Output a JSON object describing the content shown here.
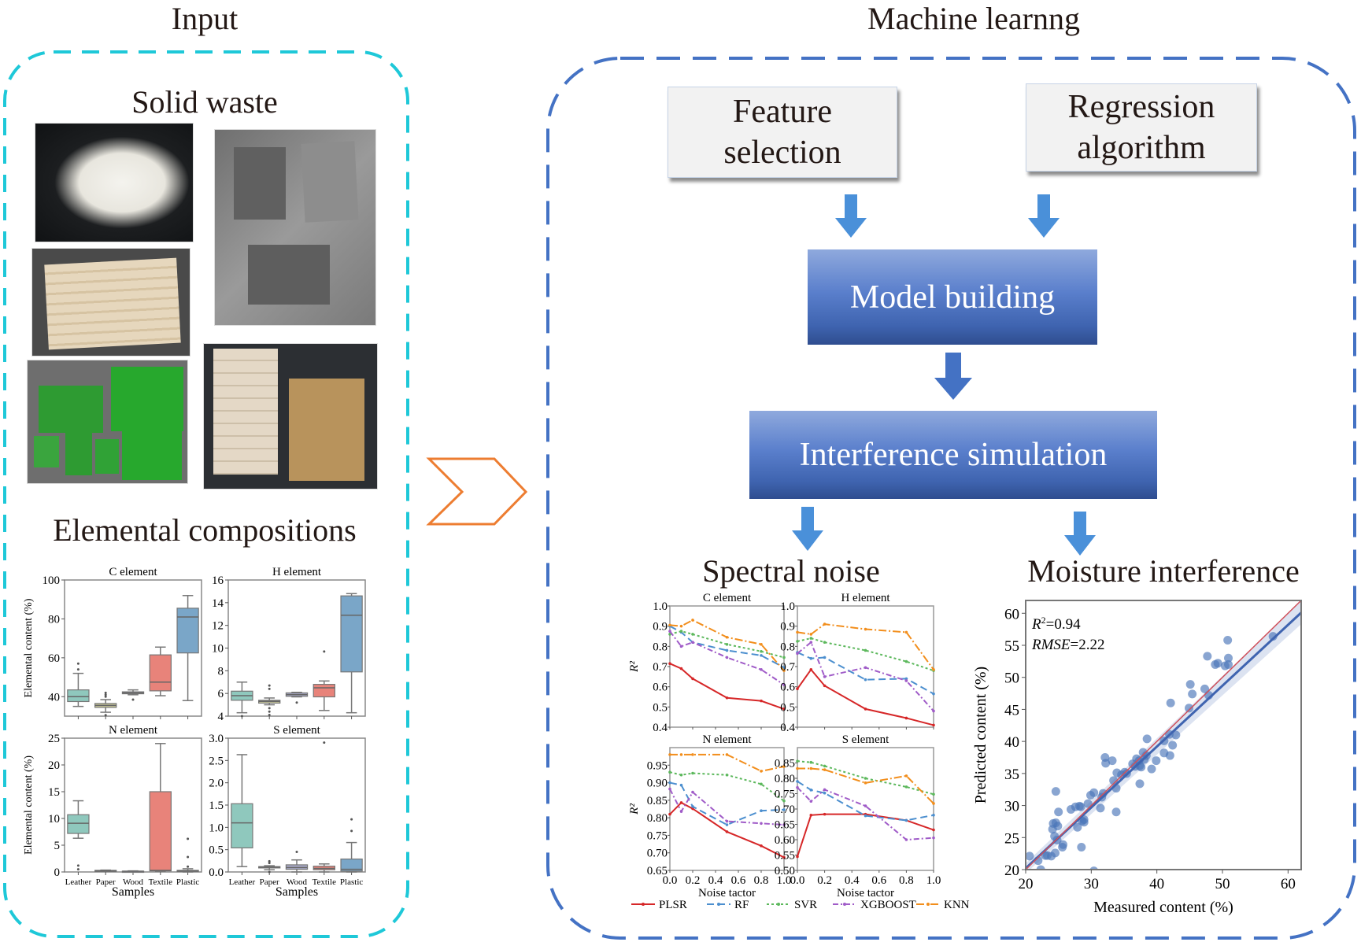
{
  "left_panel": {
    "title": "Input",
    "solid_waste_label": "Solid waste",
    "photos": [
      {
        "name": "textile",
        "description": "white folded cloth on black background"
      },
      {
        "name": "leather",
        "description": "gray textured leather pieces"
      },
      {
        "name": "wood",
        "description": "light wooden block"
      },
      {
        "name": "plastic",
        "description": "green plastic bottle pieces"
      },
      {
        "name": "paper",
        "description": "corrugated cardboard and brown paper"
      }
    ],
    "elemental_label": "Elemental compositions",
    "accent_color": "#1ec8d8"
  },
  "arrow": {
    "color": "#ed7d31"
  },
  "right_panel": {
    "title": "Machine learnng",
    "accent_color": "#4472c4",
    "feature_selection": "Feature selection",
    "feature_selection_lines": [
      "Feature",
      "selection"
    ],
    "regression_lines": [
      "Regression",
      "algorithm"
    ],
    "model_building": "Model building",
    "interference_simulation": "Interference simulation",
    "spectral_noise": "Spectral noise",
    "moisture_interference": "Moisture interference"
  },
  "chart_data": [
    {
      "id": "boxplots",
      "type": "box",
      "categories": [
        "Leather",
        "Paper",
        "Wood",
        "Textile",
        "Plastic"
      ],
      "colors": [
        "#8fc8bd",
        "#c9c99a",
        "#a8aac8",
        "#e8837a",
        "#7aa6c8"
      ],
      "xlabel": "Samples",
      "ylabel": "Elemental content (%)",
      "panels": [
        {
          "title": "C element",
          "ylim": [
            30,
            100
          ],
          "ticks": [
            40,
            60,
            80,
            100
          ],
          "boxes": [
            {
              "min": 35,
              "q1": 37.5,
              "median": 40,
              "q3": 43.5,
              "max": 52,
              "outliers": [
                54,
                57
              ]
            },
            {
              "min": 32,
              "q1": 34.5,
              "median": 35.5,
              "q3": 36.5,
              "max": 38.5,
              "outliers": [
                30.5,
                40,
                41,
                42
              ]
            },
            {
              "min": 41,
              "q1": 41.5,
              "median": 42,
              "q3": 42.5,
              "max": 43.5,
              "outliers": [
                38.5
              ]
            },
            {
              "min": 40.5,
              "q1": 43,
              "median": 47.5,
              "q3": 61.5,
              "max": 65.5,
              "outliers": []
            },
            {
              "min": 38,
              "q1": 62.5,
              "median": 81,
              "q3": 85.5,
              "max": 92,
              "outliers": []
            }
          ]
        },
        {
          "title": "H element",
          "ylim": [
            4,
            16
          ],
          "ticks": [
            4,
            6,
            8,
            10,
            12,
            14,
            16
          ],
          "boxes": [
            {
              "min": 4.3,
              "q1": 5.4,
              "median": 5.8,
              "q3": 6.2,
              "max": 7.0,
              "outliers": [
                4.0
              ]
            },
            {
              "min": 5.0,
              "q1": 5.15,
              "median": 5.3,
              "q3": 5.4,
              "max": 5.6,
              "outliers": [
                4.1,
                4.4,
                4.7,
                6.4,
                6.7
              ]
            },
            {
              "min": 5.7,
              "q1": 5.75,
              "median": 5.9,
              "q3": 6.05,
              "max": 6.1,
              "outliers": [
                5.2
              ]
            },
            {
              "min": 4.5,
              "q1": 5.7,
              "median": 6.5,
              "q3": 6.8,
              "max": 7.1,
              "outliers": [
                9.7
              ]
            },
            {
              "min": 4.3,
              "q1": 7.9,
              "median": 12.9,
              "q3": 14.6,
              "max": 14.8,
              "outliers": []
            }
          ]
        },
        {
          "title": "N element",
          "ylim": [
            0,
            25
          ],
          "ticks": [
            0,
            5,
            10,
            15,
            20,
            25
          ],
          "boxes": [
            {
              "min": 6.3,
              "q1": 7.2,
              "median": 9.1,
              "q3": 10.7,
              "max": 13.3,
              "outliers": [
                0.5,
                1.2
              ]
            },
            {
              "min": 0.1,
              "q1": 0.15,
              "median": 0.2,
              "q3": 0.3,
              "max": 0.35,
              "outliers": []
            },
            {
              "min": 0.05,
              "q1": 0.1,
              "median": 0.12,
              "q3": 0.15,
              "max": 0.2,
              "outliers": []
            },
            {
              "min": 0.1,
              "q1": 0.2,
              "median": 0.3,
              "q3": 15.0,
              "max": 24.0,
              "outliers": []
            },
            {
              "min": 0.0,
              "q1": 0.1,
              "median": 0.2,
              "q3": 0.3,
              "max": 0.6,
              "outliers": [
                1.0,
                2.8,
                6.2
              ]
            }
          ]
        },
        {
          "title": "S element",
          "ylim": [
            0,
            3
          ],
          "ticks": [
            0.0,
            0.5,
            1.0,
            1.5,
            2.0,
            2.5,
            3.0
          ],
          "boxes": [
            {
              "min": 0.12,
              "q1": 0.54,
              "median": 1.1,
              "q3": 1.53,
              "max": 2.63,
              "outliers": []
            },
            {
              "min": 0.05,
              "q1": 0.09,
              "median": 0.11,
              "q3": 0.12,
              "max": 0.14,
              "outliers": [
                0.0,
                0.2,
                0.24
              ]
            },
            {
              "min": 0.0,
              "q1": 0.06,
              "median": 0.1,
              "q3": 0.16,
              "max": 0.27,
              "outliers": [
                0.45
              ]
            },
            {
              "min": 0.0,
              "q1": 0.05,
              "median": 0.08,
              "q3": 0.13,
              "max": 0.18,
              "outliers": [
                2.9
              ]
            },
            {
              "min": 0.0,
              "q1": 0.02,
              "median": 0.06,
              "q3": 0.29,
              "max": 0.66,
              "outliers": [
                0.92,
                1.18
              ]
            }
          ]
        }
      ]
    },
    {
      "id": "spectral-noise",
      "type": "line",
      "xlabel": "Noise tactor",
      "ylabel": "R²",
      "x": [
        0.0,
        0.1,
        0.2,
        0.5,
        0.8,
        1.0
      ],
      "xticks": [
        "0.0",
        "0.2",
        "0.4",
        "0.6",
        "0.8",
        "1.0"
      ],
      "legend": [
        "PLSR",
        "RF",
        "SVR",
        "XGBOOST",
        "KNN"
      ],
      "legend_position": "bottom",
      "series_colors": {
        "PLSR": "#d62728",
        "RF": "#4c8fcf",
        "SVR": "#5cb85c",
        "XGBOOST": "#a05cc8",
        "KNN": "#f28e1c"
      },
      "panels": [
        {
          "title": "C element",
          "ylim": [
            0.4,
            1.0
          ],
          "yticks": [
            "1.0",
            "0.9",
            "0.8",
            "0.7",
            "0.6",
            "0.5",
            "0.4"
          ],
          "series": [
            {
              "name": "PLSR",
              "values": [
                0.715,
                0.69,
                0.64,
                0.545,
                0.53,
                0.49
              ]
            },
            {
              "name": "RF",
              "values": [
                0.9,
                0.87,
                0.82,
                0.78,
                0.755,
                0.695
              ]
            },
            {
              "name": "SVR",
              "values": [
                0.86,
                0.875,
                0.86,
                0.81,
                0.775,
                0.745
              ]
            },
            {
              "name": "XGBOOST",
              "values": [
                0.875,
                0.8,
                0.82,
                0.745,
                0.685,
                0.61
              ]
            },
            {
              "name": "KNN",
              "values": [
                0.905,
                0.9,
                0.93,
                0.845,
                0.81,
                0.68
              ]
            }
          ]
        },
        {
          "title": "H element",
          "ylim": [
            0.4,
            1.0
          ],
          "yticks": [
            "1.0",
            "0.9",
            "0.8",
            "0.7",
            "0.6",
            "0.5",
            "0.4"
          ],
          "series": [
            {
              "name": "PLSR",
              "values": [
                0.59,
                0.685,
                0.605,
                0.49,
                0.445,
                0.41
              ]
            },
            {
              "name": "RF",
              "values": [
                0.77,
                0.74,
                0.745,
                0.635,
                0.64,
                0.565
              ]
            },
            {
              "name": "SVR",
              "values": [
                0.825,
                0.84,
                0.82,
                0.78,
                0.725,
                0.68
              ]
            },
            {
              "name": "XGBOOST",
              "values": [
                0.765,
                0.82,
                0.65,
                0.695,
                0.63,
                0.48
              ]
            },
            {
              "name": "KNN",
              "values": [
                0.87,
                0.86,
                0.91,
                0.885,
                0.87,
                0.685
              ]
            }
          ]
        },
        {
          "title": "N element",
          "ylim": [
            0.65,
            1.0
          ],
          "yticks": [
            "0.95",
            "0.90",
            "0.85",
            "0.80",
            "0.75",
            "0.70",
            "0.65"
          ],
          "series": [
            {
              "name": "PLSR",
              "values": [
                0.81,
                0.843,
                0.826,
                0.76,
                0.72,
                0.687
              ]
            },
            {
              "name": "RF",
              "values": [
                0.9,
                0.893,
                0.832,
                0.78,
                0.82,
                0.823
              ]
            },
            {
              "name": "SVR",
              "values": [
                0.93,
                0.922,
                0.927,
                0.922,
                0.896,
                0.848
              ]
            },
            {
              "name": "XGBOOST",
              "values": [
                0.882,
                0.818,
                0.873,
                0.79,
                0.784,
                0.78
              ]
            },
            {
              "name": "KNN",
              "values": [
                0.98,
                0.98,
                0.98,
                0.98,
                0.933,
                0.946
              ]
            }
          ]
        },
        {
          "title": "S element",
          "ylim": [
            0.5,
            0.9
          ],
          "yticks": [
            "0.85",
            "0.80",
            "0.75",
            "0.70",
            "0.65",
            "0.60",
            "0.55",
            "0.50"
          ],
          "series": [
            {
              "name": "PLSR",
              "values": [
                0.545,
                0.68,
                0.683,
                0.683,
                0.663,
                0.632
              ]
            },
            {
              "name": "RF",
              "values": [
                0.79,
                0.762,
                0.752,
                0.678,
                0.663,
                0.68
              ]
            },
            {
              "name": "SVR",
              "values": [
                0.856,
                0.852,
                0.84,
                0.8,
                0.772,
                0.748
              ]
            },
            {
              "name": "XGBOOST",
              "values": [
                0.77,
                0.725,
                0.763,
                0.71,
                0.6,
                0.606
              ]
            },
            {
              "name": "KNN",
              "values": [
                0.832,
                0.832,
                0.828,
                0.785,
                0.808,
                0.718
              ]
            }
          ]
        }
      ]
    },
    {
      "id": "moisture-scatter",
      "type": "scatter",
      "xlabel": "Measured content (%)",
      "ylabel": "Predicted content (%)",
      "xlim": [
        20,
        62
      ],
      "ylim": [
        20,
        62
      ],
      "xticks": [
        20,
        30,
        40,
        50,
        60
      ],
      "yticks": [
        20,
        25,
        30,
        35,
        40,
        45,
        50,
        55,
        60
      ],
      "annotations": {
        "r2_label": "R",
        "r2_value": "=0.94",
        "rmse_label": "RMSE",
        "rmse_value": "=2.22"
      },
      "point_color": "#4a74b8",
      "fit_line_color": "#3f64b0",
      "identity_line_color": "#d0505a",
      "fit": {
        "slope": 0.95,
        "intercept": 1.2
      },
      "points": [
        [
          20.6,
          22.1
        ],
        [
          21.9,
          21.4
        ],
        [
          22.3,
          20.0
        ],
        [
          23.0,
          22.2
        ],
        [
          23.3,
          22.2
        ],
        [
          23.9,
          22.1
        ],
        [
          24.1,
          26.3
        ],
        [
          24.2,
          27.2
        ],
        [
          24.4,
          25.2
        ],
        [
          24.5,
          22.6
        ],
        [
          24.6,
          27.3
        ],
        [
          24.6,
          32.2
        ],
        [
          24.8,
          24.6
        ],
        [
          24.9,
          26.8
        ],
        [
          25.0,
          29.0
        ],
        [
          25.6,
          23.5
        ],
        [
          25.7,
          23.9
        ],
        [
          26.9,
          29.4
        ],
        [
          27.6,
          29.8
        ],
        [
          27.9,
          26.6
        ],
        [
          28.2,
          29.9
        ],
        [
          28.4,
          29.8
        ],
        [
          28.5,
          23.5
        ],
        [
          28.6,
          27.6
        ],
        [
          28.9,
          27.8
        ],
        [
          28.9,
          27.4
        ],
        [
          29.5,
          30.3
        ],
        [
          29.9,
          31.6
        ],
        [
          30.4,
          32.0
        ],
        [
          30.4,
          19.8
        ],
        [
          31.4,
          29.6
        ],
        [
          31.6,
          31.3
        ],
        [
          31.8,
          31.9
        ],
        [
          32.1,
          37.5
        ],
        [
          32.2,
          36.6
        ],
        [
          33.2,
          37.0
        ],
        [
          33.4,
          33.9
        ],
        [
          33.8,
          32.7
        ],
        [
          33.8,
          29.0
        ],
        [
          33.9,
          35.1
        ],
        [
          34.6,
          34.8
        ],
        [
          35.1,
          35.2
        ],
        [
          35.4,
          35.0
        ],
        [
          36.3,
          36.5
        ],
        [
          36.7,
          36.1
        ],
        [
          36.9,
          37.3
        ],
        [
          37.3,
          37.0
        ],
        [
          37.4,
          33.4
        ],
        [
          37.4,
          36.2
        ],
        [
          37.6,
          36.0
        ],
        [
          37.9,
          38.3
        ],
        [
          38.1,
          37.2
        ],
        [
          38.4,
          37.8
        ],
        [
          38.5,
          40.4
        ],
        [
          39.2,
          35.7
        ],
        [
          39.9,
          37.0
        ],
        [
          41.1,
          40.1
        ],
        [
          41.1,
          38.2
        ],
        [
          41.9,
          41.1
        ],
        [
          42.0,
          37.8
        ],
        [
          42.4,
          39.4
        ],
        [
          42.1,
          46.0
        ],
        [
          42.9,
          41.0
        ],
        [
          44.9,
          45.2
        ],
        [
          45.1,
          48.9
        ],
        [
          45.4,
          47.4
        ],
        [
          47.3,
          48.2
        ],
        [
          47.7,
          53.3
        ],
        [
          47.9,
          47.2
        ],
        [
          48.9,
          52.0
        ],
        [
          49.3,
          52.2
        ],
        [
          50.4,
          51.8
        ],
        [
          50.9,
          52.0
        ],
        [
          50.8,
          55.8
        ],
        [
          50.9,
          53.0
        ],
        [
          57.7,
          56.4
        ]
      ]
    }
  ]
}
